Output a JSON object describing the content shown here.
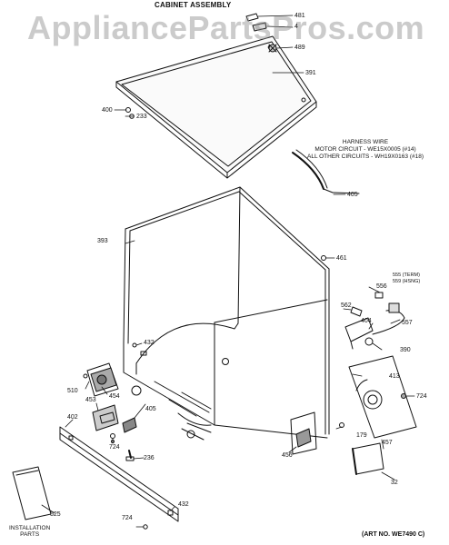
{
  "title": "CABINET ASSEMBLY",
  "watermark": "AppliancePartsPros.com",
  "harness_note": {
    "line1": "HARNESS WIRE",
    "line2": "MOTOR CIRCUIT - WE15X0005 (#14)",
    "line3": "ALL OTHER CIRCUITS - WH19X0163 (#18)"
  },
  "art_no": "(ART NO. WE7490 C)",
  "installation": {
    "line1": "INSTALLATION",
    "line2": "PARTS"
  },
  "term_labels": {
    "p555": "555 (TERM)",
    "p559": "559 (HSNG)"
  },
  "parts": {
    "p481": "481",
    "p4": "4",
    "p489": "489",
    "p391": "391",
    "p400": "400",
    "p233": "233",
    "p405_top": "405",
    "p393": "393",
    "p461": "461",
    "p556": "556",
    "p562": "562",
    "p404": "404",
    "p557": "557",
    "p390": "390",
    "p432_mid": "432",
    "p413": "413",
    "p510": "510",
    "p454": "454",
    "p724_right": "724",
    "p453": "453",
    "p405_mid": "405",
    "p402": "402",
    "p724_left": "724",
    "p179": "179",
    "p457": "457",
    "p236": "236",
    "p456": "456",
    "p32": "32",
    "p525": "525",
    "p432_bottom": "432",
    "p724_bottom": "724"
  },
  "colors": {
    "ink": "#111111",
    "paper": "#ffffff",
    "watermark": "#8c8c8c"
  }
}
